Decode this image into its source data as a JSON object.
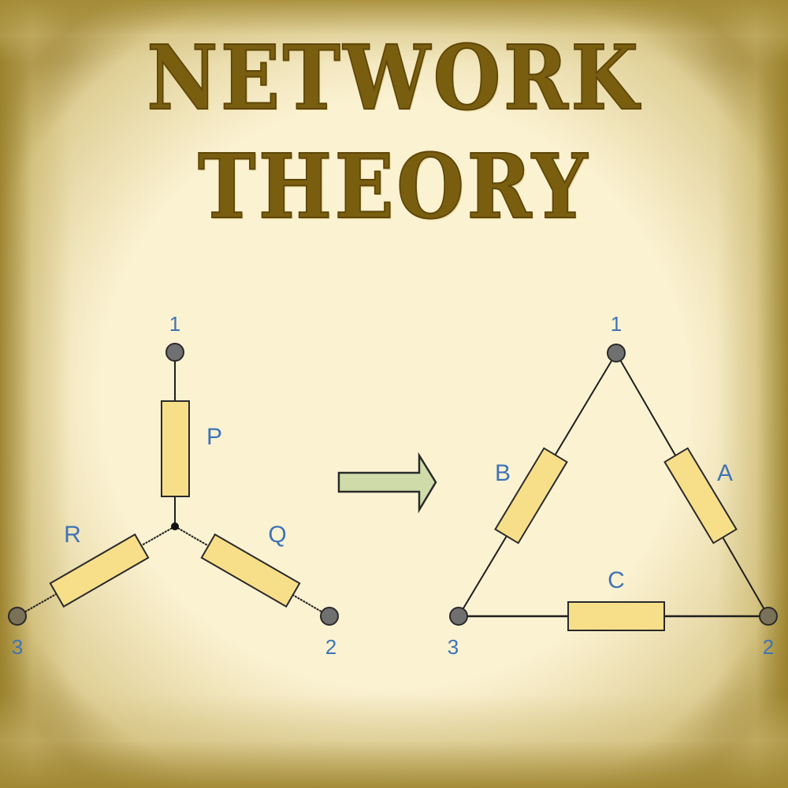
{
  "title": {
    "line1": "NETWORK",
    "line2": "THEORY",
    "color": "#7a5e10"
  },
  "colors": {
    "background_center": "#fbf2d2",
    "background_edge": "#9a8530",
    "resistor_fill": "#f7df8a",
    "node_fill": "#707070",
    "wire": "#1e1e1e",
    "label": "#3f73b6",
    "arrow_fill": "#cfdcaa"
  },
  "star_network": {
    "nodes": [
      {
        "id": "1",
        "label": "1"
      },
      {
        "id": "2",
        "label": "2"
      },
      {
        "id": "3",
        "label": "3"
      }
    ],
    "resistors": [
      {
        "id": "P",
        "label": "P",
        "between": [
          "1",
          "center"
        ]
      },
      {
        "id": "Q",
        "label": "Q",
        "between": [
          "center",
          "2"
        ]
      },
      {
        "id": "R",
        "label": "R",
        "between": [
          "center",
          "3"
        ]
      }
    ]
  },
  "transform_arrow": {
    "icon": "right-arrow-icon"
  },
  "delta_network": {
    "nodes": [
      {
        "id": "1",
        "label": "1"
      },
      {
        "id": "2",
        "label": "2"
      },
      {
        "id": "3",
        "label": "3"
      }
    ],
    "resistors": [
      {
        "id": "A",
        "label": "A",
        "between": [
          "1",
          "2"
        ]
      },
      {
        "id": "B",
        "label": "B",
        "between": [
          "1",
          "3"
        ]
      },
      {
        "id": "C",
        "label": "C",
        "between": [
          "3",
          "2"
        ]
      }
    ]
  }
}
